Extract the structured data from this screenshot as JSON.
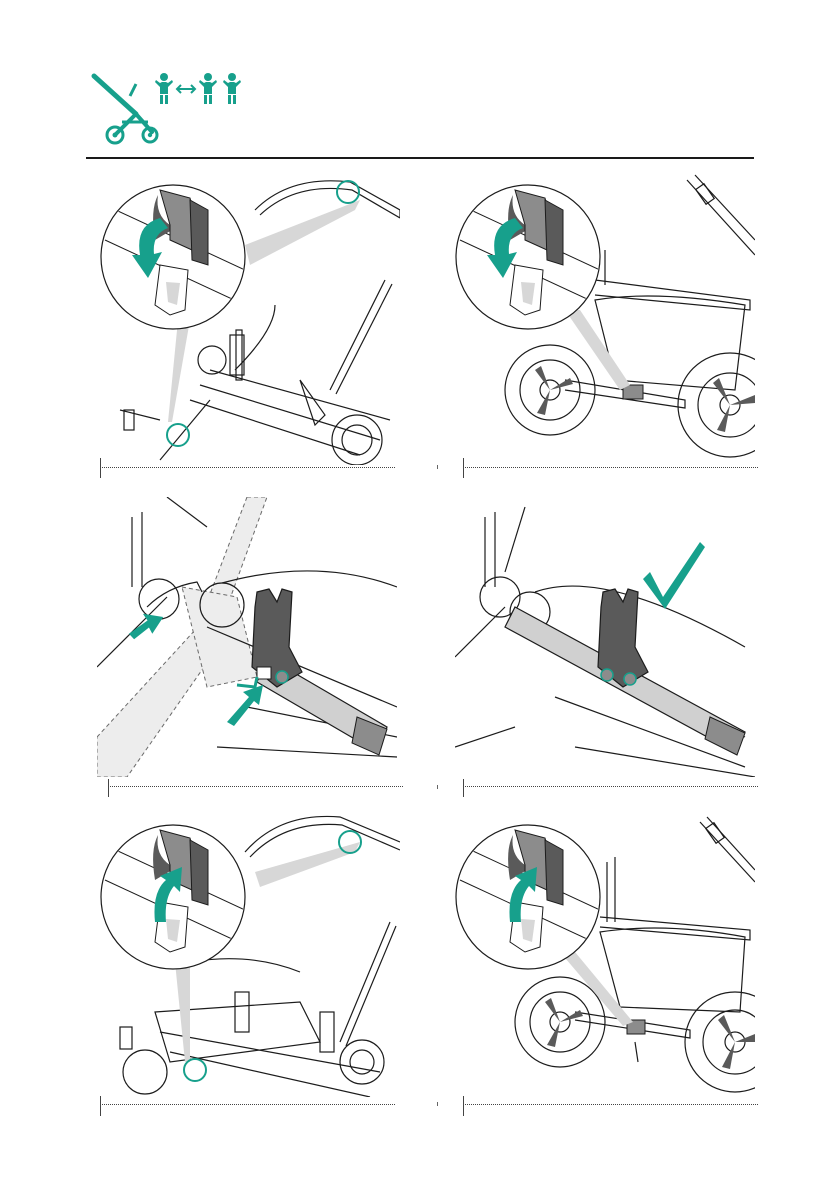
{
  "document": {
    "colors": {
      "accent": "#17a08c",
      "line": "#1c1c1c",
      "dark_part": "#5a5a5a",
      "mid_part": "#8c8c8c",
      "light_fill": "#f3f3f3"
    },
    "header": {
      "icon": "stroller-convert-icon"
    },
    "steps": [
      {
        "icon": "unlock-clip-closeup",
        "arrow": "arrow-down-icon"
      },
      {
        "icon": "unlock-clip-closeup-rear",
        "arrow": "arrow-down-icon"
      },
      {
        "icon": "attach-adapter-push",
        "arrow": "arrow-push-icon"
      },
      {
        "icon": "adapter-attached",
        "arrow": "checkmark-icon"
      },
      {
        "icon": "lock-clip-closeup",
        "arrow": "arrow-up-icon"
      },
      {
        "icon": "lock-clip-closeup-rear",
        "arrow": "arrow-up-icon"
      }
    ]
  }
}
